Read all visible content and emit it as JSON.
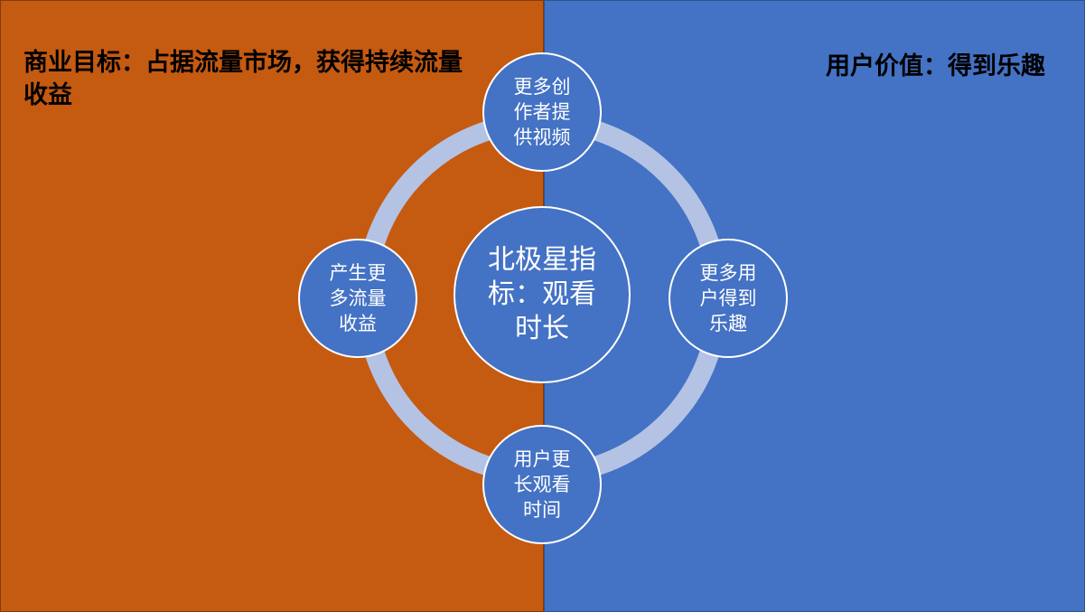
{
  "panels": {
    "left_color": "#c55a11",
    "right_color": "#4472c4"
  },
  "business_goal": "商业目标：占据流量市场，获得持续流量收益",
  "user_value": "用户价值：得到乐趣",
  "center": "北极星指标：观看时长",
  "cycle": {
    "top": "更多创作者提供视频",
    "right": "更多用户得到乐趣",
    "bottom": "用户更长观看时间",
    "left": "产生更多流量收益"
  },
  "colors": {
    "ring": "#b4c3e4",
    "node_fill": "#4472c4",
    "node_border": "#ffffff"
  }
}
